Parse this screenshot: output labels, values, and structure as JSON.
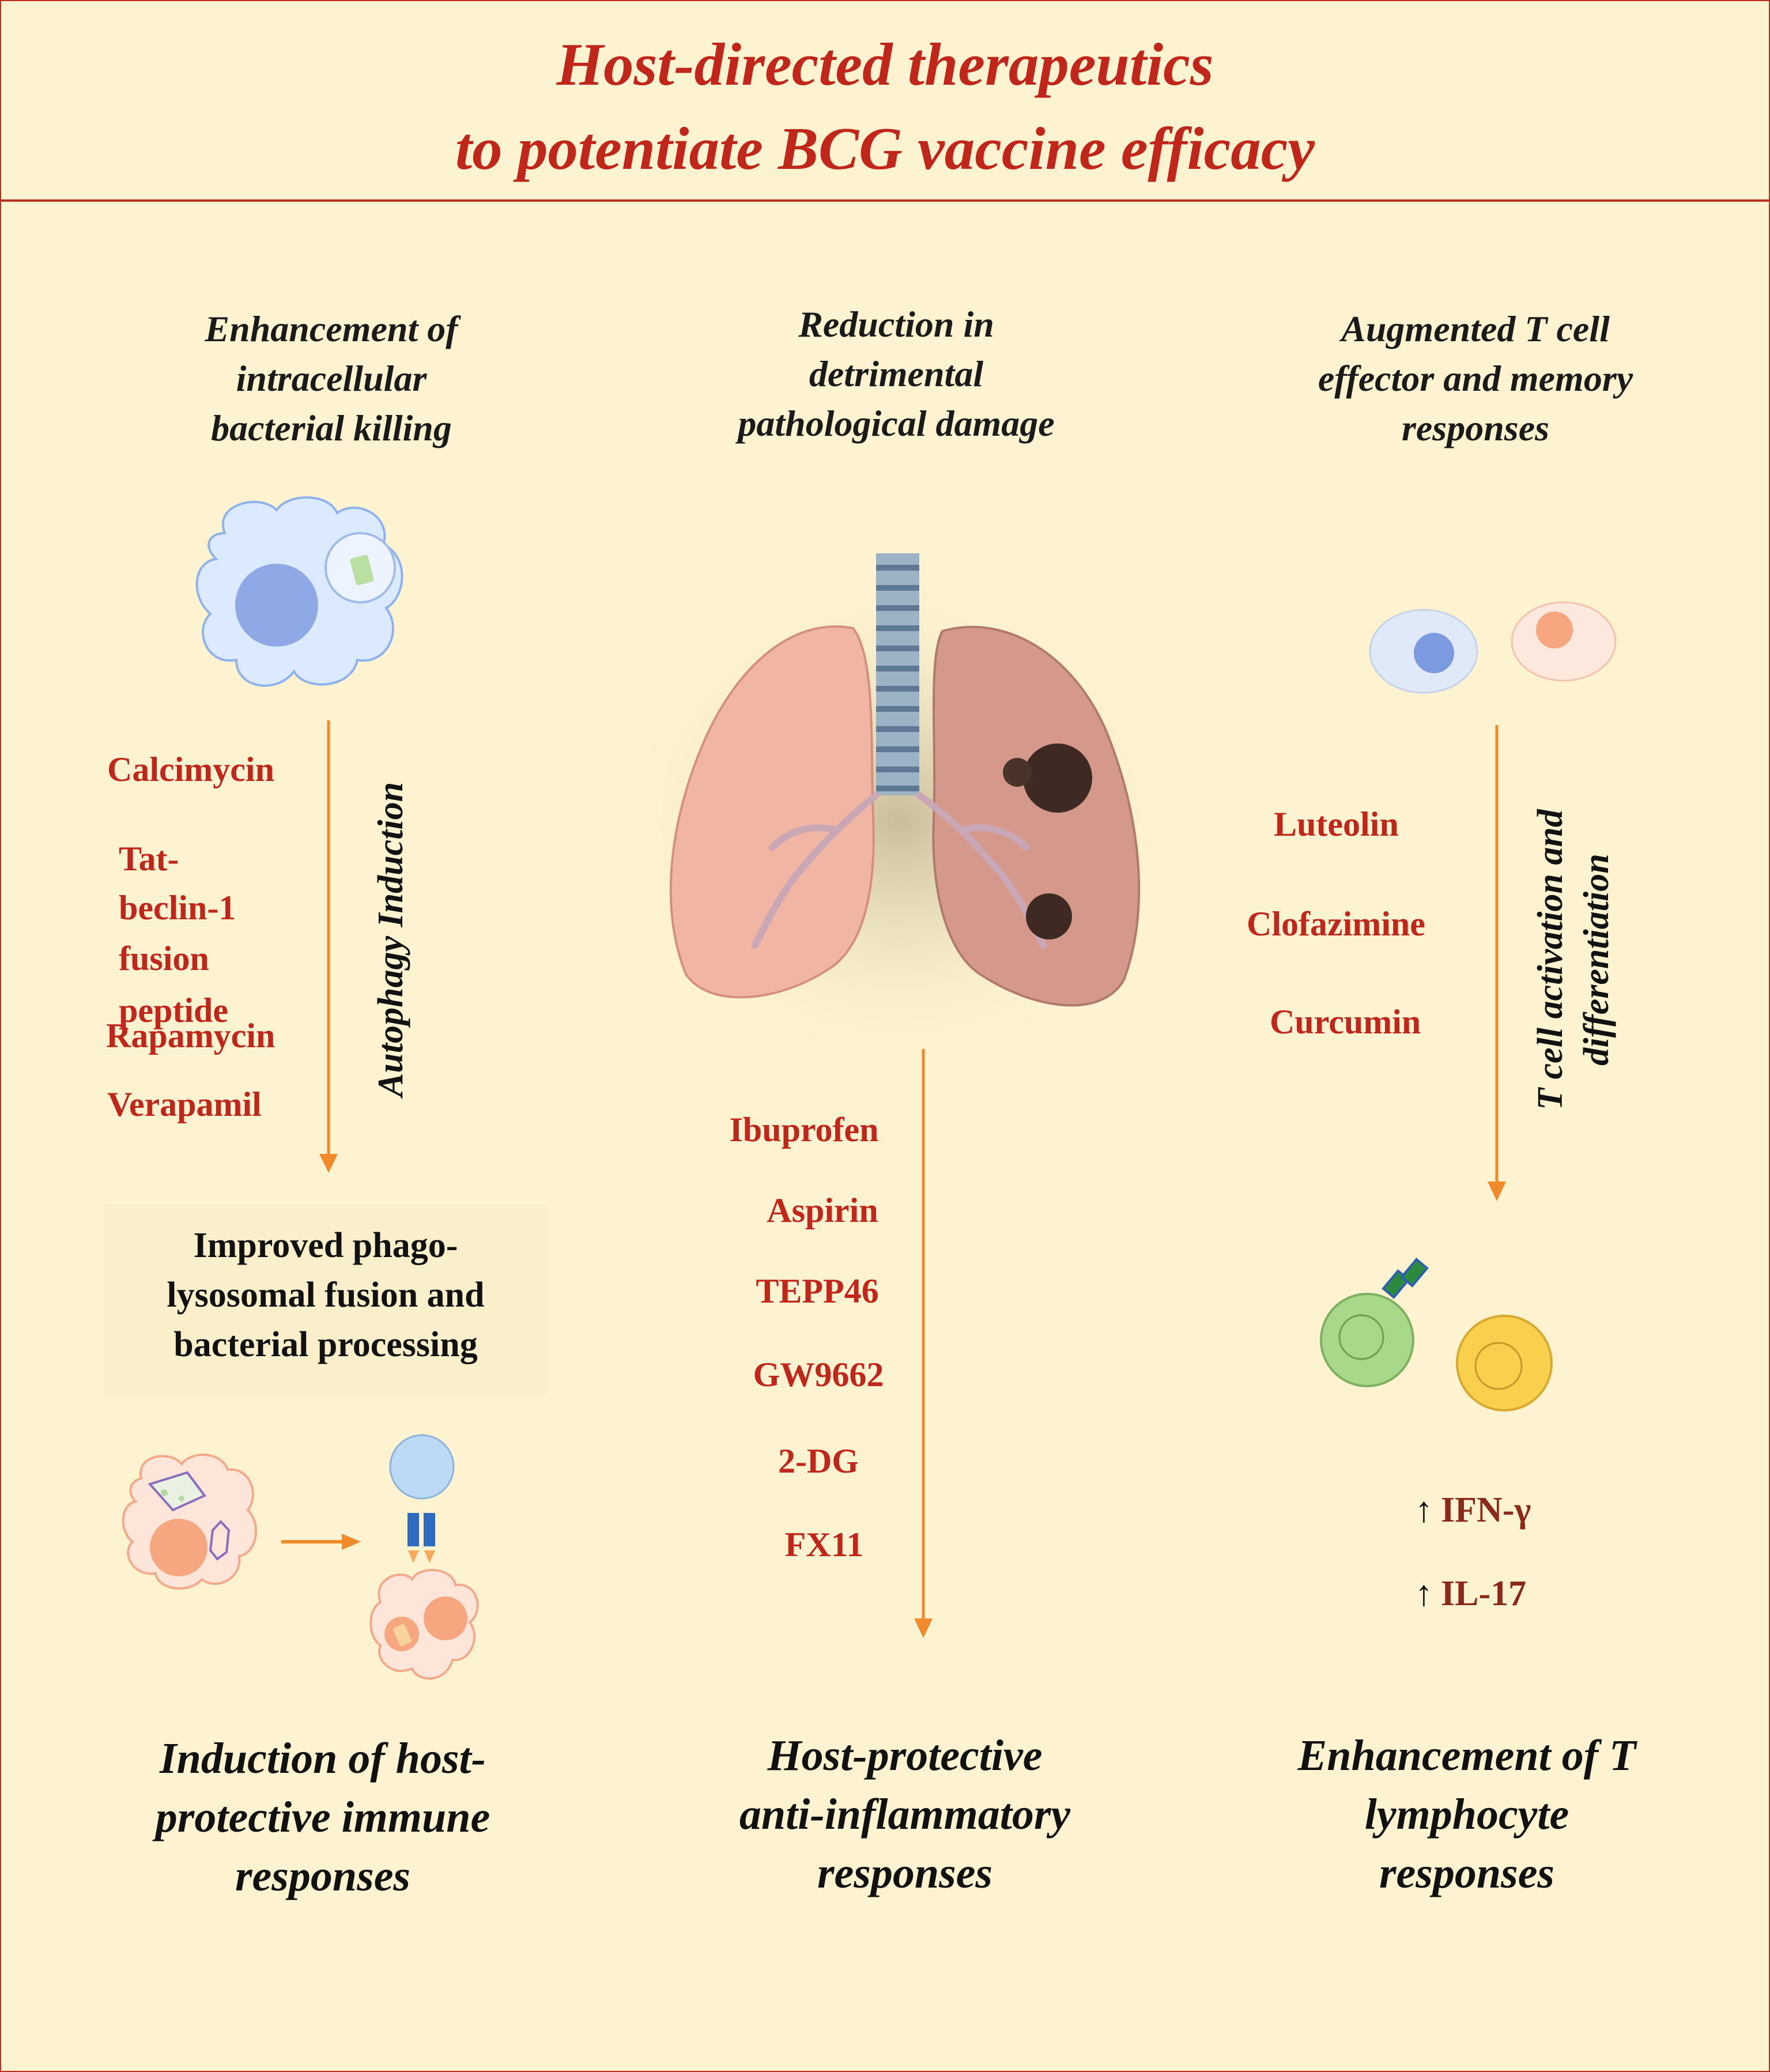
{
  "title": {
    "line1": "Host-directed therapeutics",
    "line2": "to potentiate BCG vaccine efficacy"
  },
  "columns": [
    {
      "heading": [
        "Enhancement of",
        "intracellular",
        "bacterial killing"
      ],
      "drugs": [
        "Calcimycin",
        "Tat-",
        "beclin-1",
        "fusion",
        "peptide",
        "Rapamycin",
        "Verapamil"
      ],
      "arrow_label": [
        "Autophagy Induction"
      ],
      "outcome": [
        "Improved phago-",
        "lysosomal fusion and",
        "bacterial processing"
      ],
      "footer": [
        "Induction of host-",
        "protective immune",
        "responses"
      ]
    },
    {
      "heading": [
        "Reduction in",
        "detrimental",
        "pathological damage"
      ],
      "drugs": [
        "Ibuprofen",
        "Aspirin",
        "TEPP46",
        "GW9662",
        "2-DG",
        "FX11"
      ],
      "footer": [
        "Host-protective",
        "anti-inflammatory",
        "responses"
      ]
    },
    {
      "heading": [
        "Augmented T cell",
        "effector and memory",
        "responses"
      ],
      "drugs": [
        "Luteolin",
        "Clofazimine",
        "Curcumin"
      ],
      "arrow_label": [
        "T cell activation and",
        "differentiation"
      ],
      "cytokines": [
        "IFN-γ",
        "IL-17"
      ],
      "up_symbol": "↑",
      "footer": [
        "Enhancement of T",
        "lymphocyte",
        "responses"
      ]
    }
  ],
  "colors": {
    "background": "#fdf3d0",
    "title": "#c0261a",
    "drug": "#c0261a",
    "arrow": "#f08a2a",
    "cytokine": "#8b2a1b"
  }
}
